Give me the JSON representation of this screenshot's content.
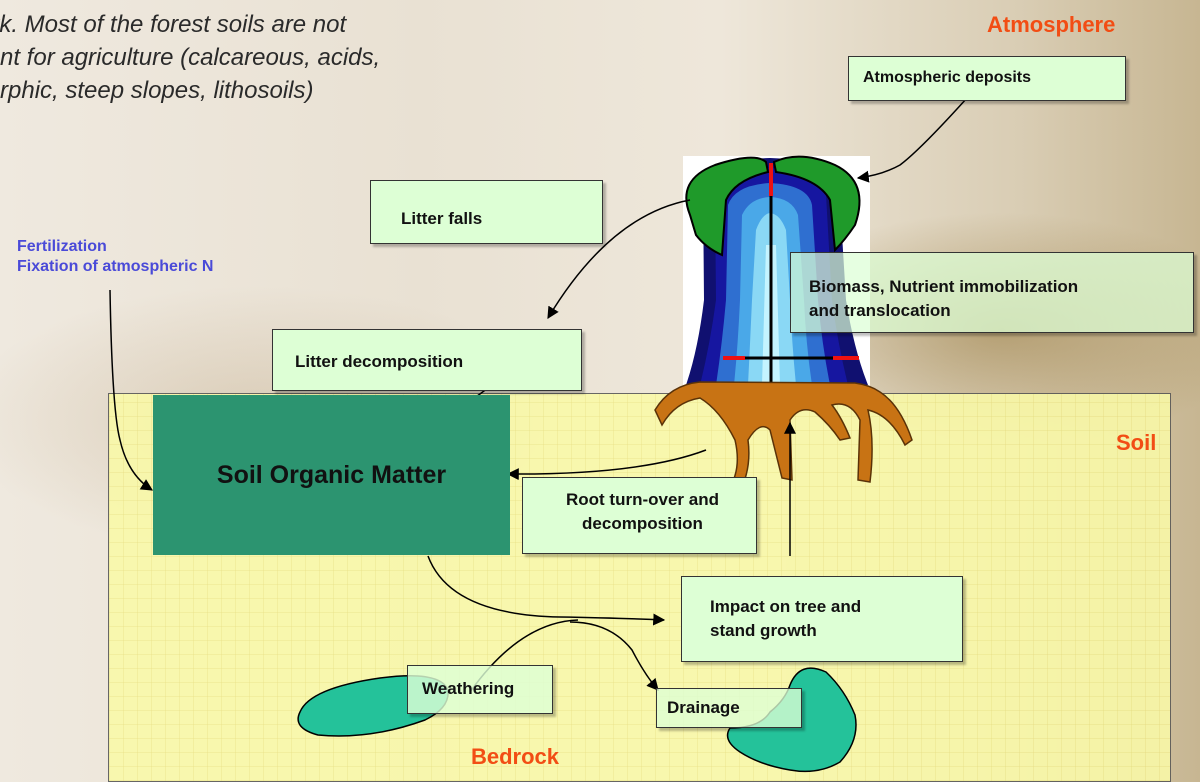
{
  "intro_text": {
    "line1": "ark. Most of the forest soils are not",
    "line2": "nt for agriculture (calcareous, acids,",
    "line3": "rphic, steep slopes, lithosoils)"
  },
  "zones": {
    "atmosphere": "Atmosphere",
    "soil": "Soil",
    "bedrock": "Bedrock"
  },
  "inputs": {
    "fertilization": "Fertilization",
    "fixation": "Fixation of atmospheric N"
  },
  "boxes": {
    "atmospheric_deposits": "Atmospheric deposits",
    "litter_falls": "Litter falls",
    "biomass_line1": "Biomass, Nutrient immobilization",
    "biomass_line2": "and translocation",
    "litter_decomposition": "Litter decomposition",
    "soil_organic_matter": "Soil Organic Matter",
    "root_line1": "Root turn-over and",
    "root_line2": "decomposition",
    "impact_line1": "Impact on tree and",
    "impact_line2": "stand growth",
    "weathering": "Weathering",
    "drainage": "Drainage"
  },
  "colors": {
    "zone_label": "#f24d14",
    "input_label": "#4a4ad8",
    "box_fill": "#ddffd5",
    "soil_fill": "#fafaa8",
    "organic_matter": "#2c9470",
    "canopy": "#1f9a2a",
    "roots": "#c87314",
    "stone": "#24c29a"
  }
}
